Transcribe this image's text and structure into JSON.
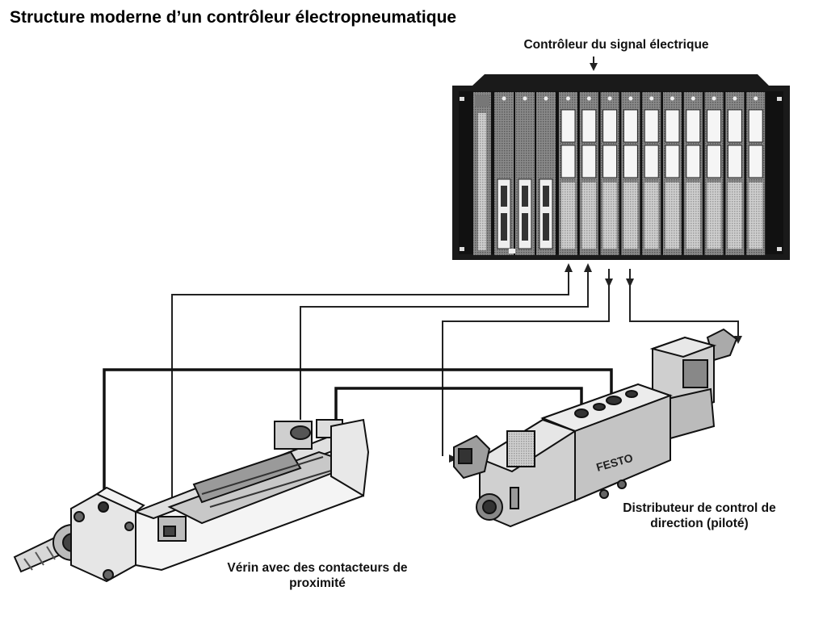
{
  "title": "Structure moderne d’un contrôleur électropneumatique",
  "labels": {
    "controller": "Contrôleur du signal électrique",
    "valve_line1": "Distributeur de control de",
    "valve_line2": "direction (piloté)",
    "cylinder_line1": "Vérin avec des contacteurs de",
    "cylinder_line2": "proximité"
  },
  "valve_brand": "FESTO",
  "colors": {
    "wire": "#222222",
    "rack": "#1a1a1a",
    "background": "#ffffff"
  }
}
